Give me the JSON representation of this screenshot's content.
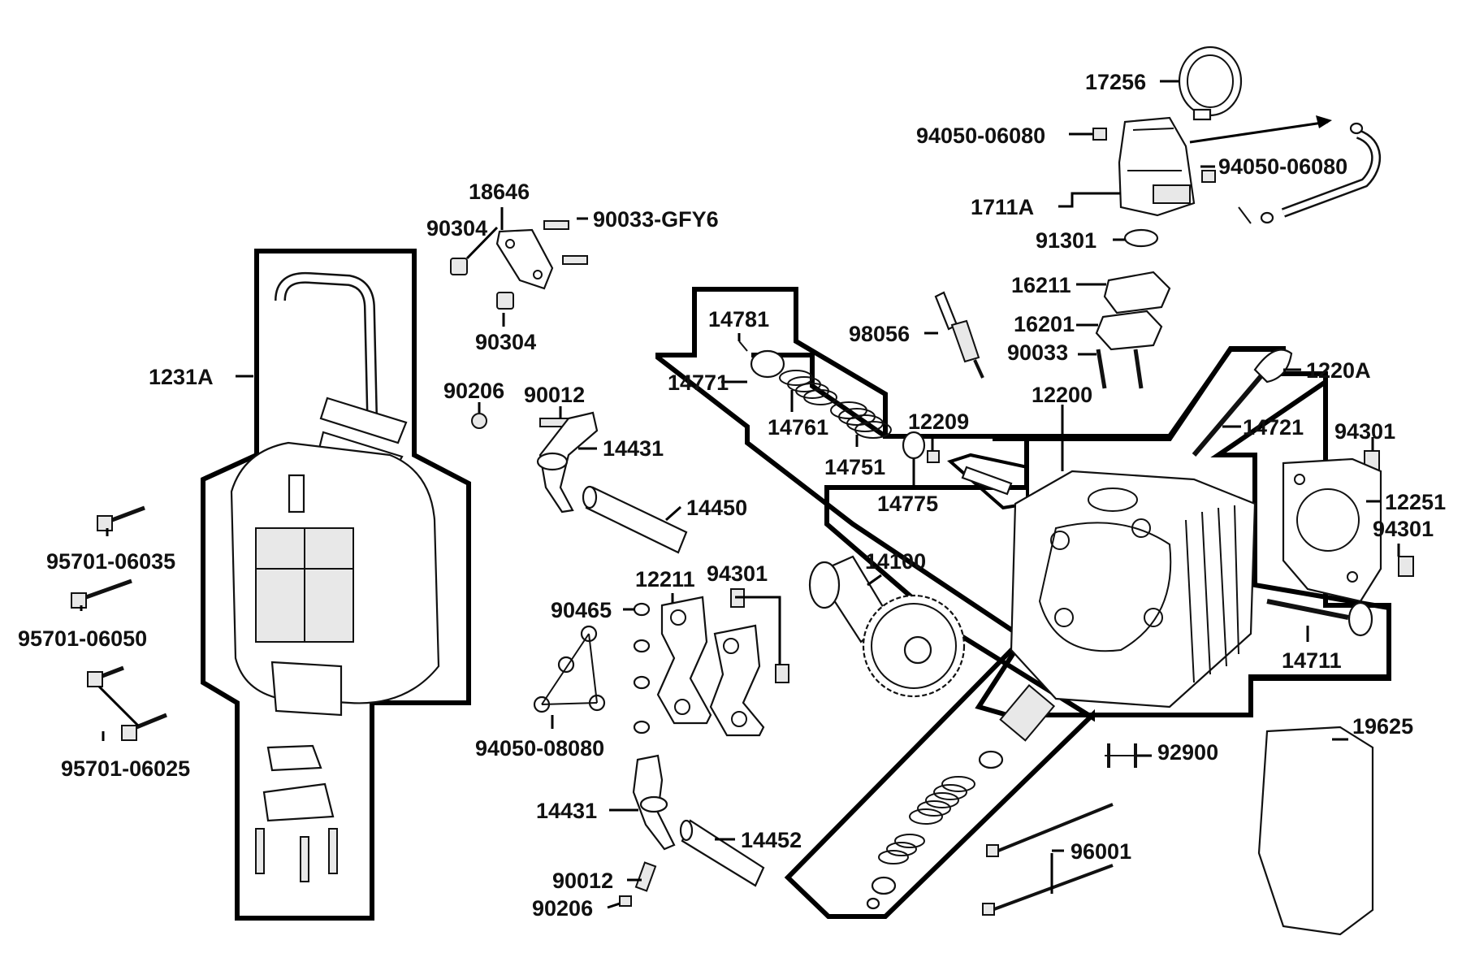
{
  "diagram": {
    "labels": [
      {
        "id": "p17256",
        "text": "17256"
      },
      {
        "id": "p94050a",
        "text": "94050-06080"
      },
      {
        "id": "p94050b",
        "text": "94050-06080"
      },
      {
        "id": "p1711A",
        "text": "1711A"
      },
      {
        "id": "p91301",
        "text": "91301"
      },
      {
        "id": "p18646",
        "text": "18646"
      },
      {
        "id": "p90304a",
        "text": "90304"
      },
      {
        "id": "p90033g",
        "text": "90033-GFY6"
      },
      {
        "id": "p90304b",
        "text": "90304"
      },
      {
        "id": "p1231A",
        "text": "1231A"
      },
      {
        "id": "p90206a",
        "text": "90206"
      },
      {
        "id": "p90012a",
        "text": "90012"
      },
      {
        "id": "p14431a",
        "text": "14431"
      },
      {
        "id": "p14450",
        "text": "14450"
      },
      {
        "id": "p14781",
        "text": "14781"
      },
      {
        "id": "p14771",
        "text": "14771"
      },
      {
        "id": "p14761",
        "text": "14761"
      },
      {
        "id": "p14751",
        "text": "14751"
      },
      {
        "id": "p12209",
        "text": "12209"
      },
      {
        "id": "p14775",
        "text": "14775"
      },
      {
        "id": "p98056",
        "text": "98056"
      },
      {
        "id": "p16211",
        "text": "16211"
      },
      {
        "id": "p16201",
        "text": "16201"
      },
      {
        "id": "p90033",
        "text": "90033"
      },
      {
        "id": "p12200",
        "text": "12200"
      },
      {
        "id": "p1220A",
        "text": "1220A"
      },
      {
        "id": "p14721",
        "text": "14721"
      },
      {
        "id": "p94301a",
        "text": "94301"
      },
      {
        "id": "p12251",
        "text": "12251"
      },
      {
        "id": "p94301b",
        "text": "94301"
      },
      {
        "id": "p95701a",
        "text": "95701-06035"
      },
      {
        "id": "p95701b",
        "text": "95701-06050"
      },
      {
        "id": "p95701c",
        "text": "95701-06025"
      },
      {
        "id": "p12211",
        "text": "12211"
      },
      {
        "id": "p94301c",
        "text": "94301"
      },
      {
        "id": "p90465",
        "text": "90465"
      },
      {
        "id": "p14100",
        "text": "14100"
      },
      {
        "id": "p14711",
        "text": "14711"
      },
      {
        "id": "p94050c",
        "text": "94050-08080"
      },
      {
        "id": "p19625",
        "text": "19625"
      },
      {
        "id": "p92900",
        "text": "92900"
      },
      {
        "id": "p14431b",
        "text": "14431"
      },
      {
        "id": "p14452",
        "text": "14452"
      },
      {
        "id": "p96001",
        "text": "96001"
      },
      {
        "id": "p90012b",
        "text": "90012"
      },
      {
        "id": "p90206b",
        "text": "90206"
      }
    ]
  }
}
